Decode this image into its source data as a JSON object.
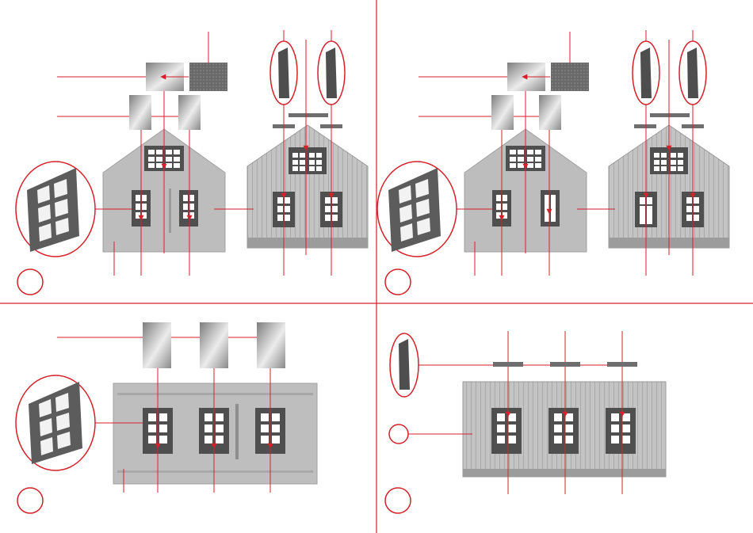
{
  "title": "",
  "colors": {
    "accent_red": "#d6202a",
    "wall_grey": "#b9b9b9",
    "wall_light": "#c8c8c8",
    "frame_dark": "#555555",
    "window_white": "#ffffff"
  },
  "panels": [
    {
      "id": "top-left",
      "step_label": "",
      "description": ""
    },
    {
      "id": "top-right",
      "step_label": "",
      "description": ""
    },
    {
      "id": "bottom-left",
      "step_label": "",
      "description": ""
    },
    {
      "id": "bottom-right",
      "step_label": "",
      "description": ""
    }
  ],
  "icons": [
    "step-circle-icon",
    "window-detail-magnifier-icon",
    "window-frame-part-icon",
    "window-glazing-part-icon",
    "window-sill-part-icon"
  ]
}
